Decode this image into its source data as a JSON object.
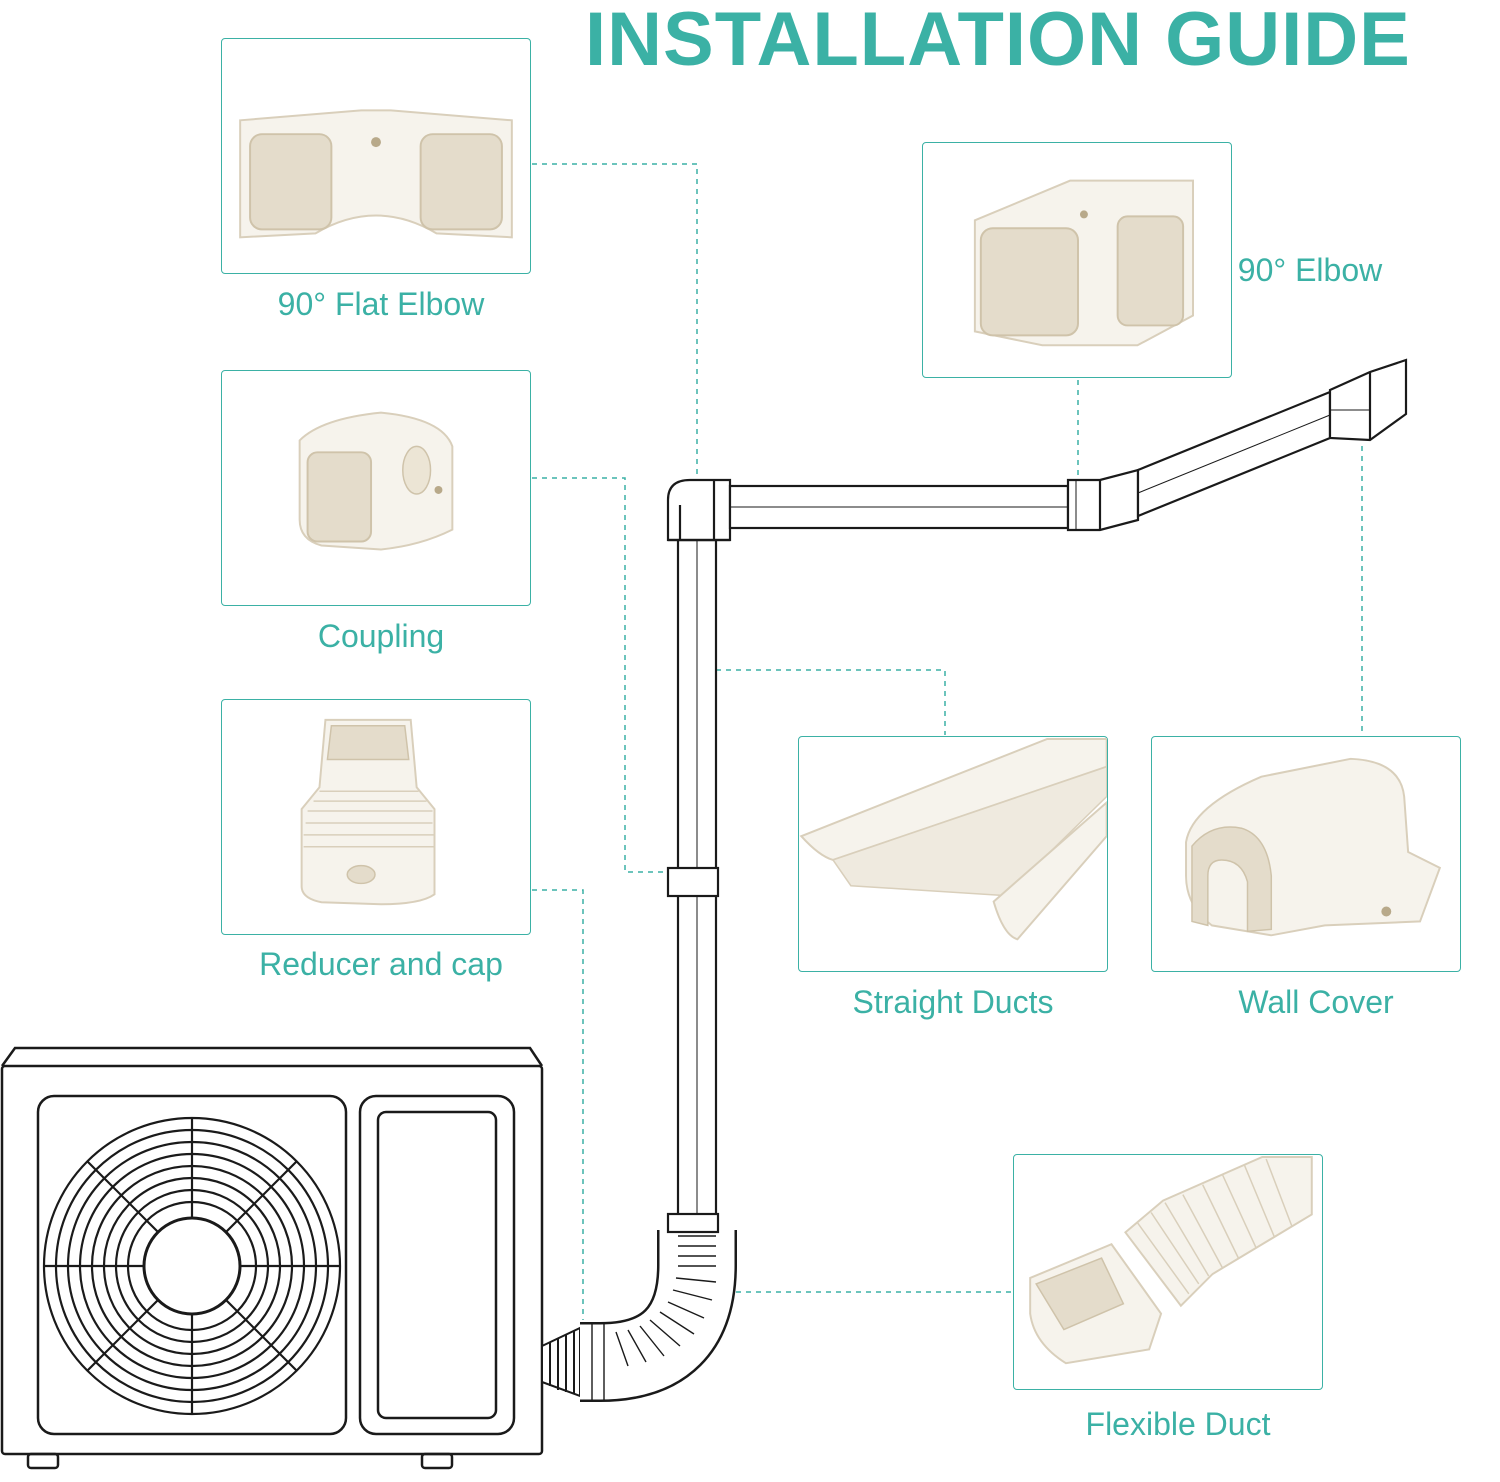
{
  "title": "INSTALLATION GUIDE",
  "colors": {
    "accent": "#3bb1a5",
    "line": "#1a1a1a",
    "part": "#f6f3ec",
    "part_shadow": "#e4dccb"
  },
  "parts": [
    {
      "label": "90° Flat Elbow",
      "icon": "flat-elbow-icon"
    },
    {
      "label": "Coupling",
      "icon": "coupling-icon"
    },
    {
      "label": "Reducer and cap",
      "icon": "reducer-icon"
    },
    {
      "label": "90° Elbow",
      "icon": "elbow-icon"
    },
    {
      "label": "Straight Ducts",
      "icon": "straight-duct-icon"
    },
    {
      "label": "Wall Cover",
      "icon": "wall-cover-icon"
    },
    {
      "label": "Flexible Duct",
      "icon": "flexible-duct-icon"
    }
  ]
}
